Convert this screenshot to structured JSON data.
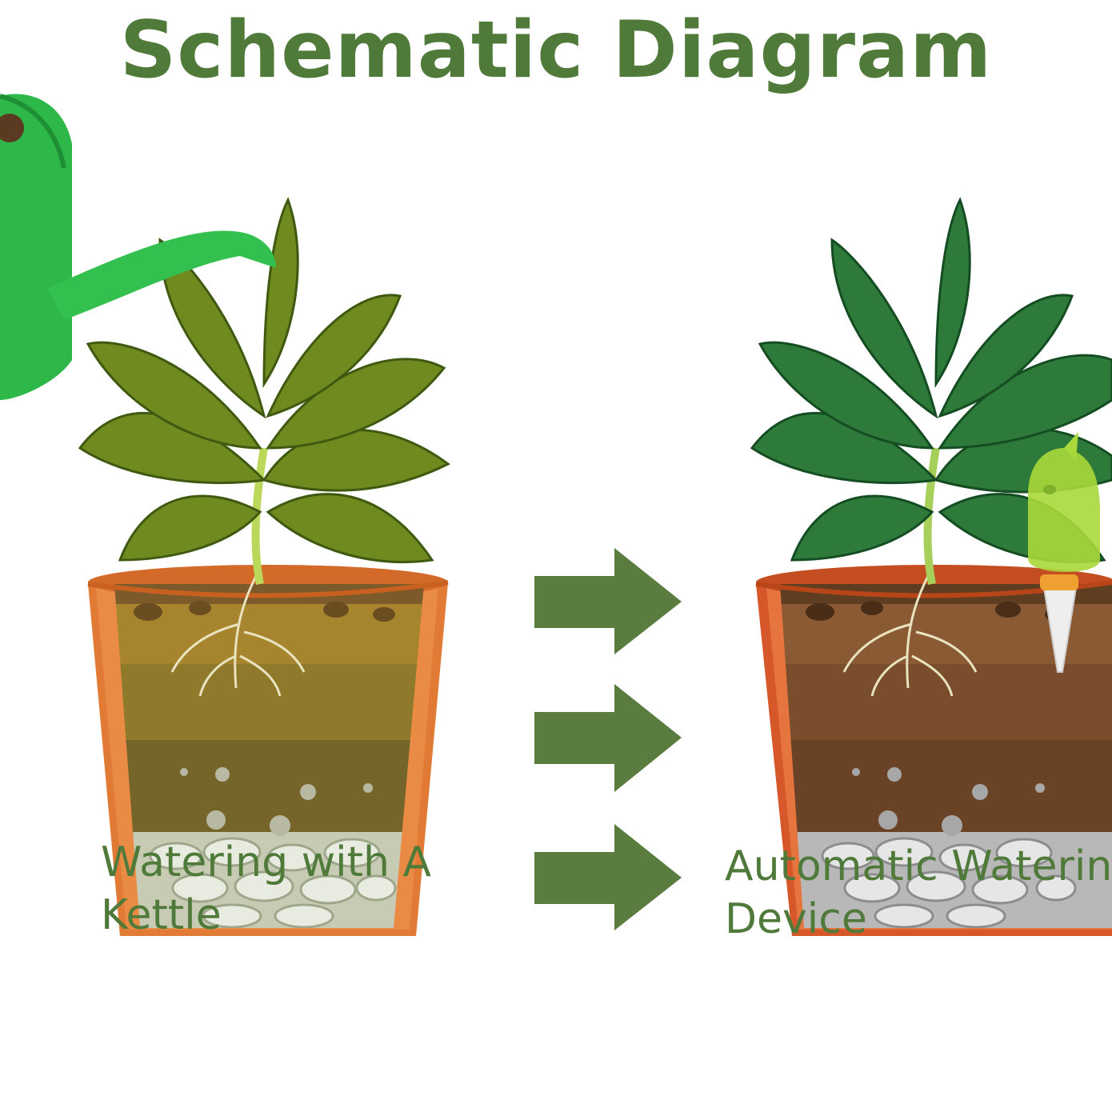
{
  "title": "Schematic Diagram",
  "left_panel": {
    "caption_line1": "Watering with A",
    "caption_line2": "Kettle"
  },
  "right_panel": {
    "caption_line1": "Automatic Waterin",
    "caption_line2": "Device"
  },
  "colors": {
    "title_green": "#4f7a3a",
    "arrow_green": "#5a7d3f",
    "kettle_green": "#2fb84a",
    "pot_orange": "#e07a35",
    "leaf_olive": "#6f8a1f",
    "leaf_dark_green": "#2e7a3a",
    "device_lime": "#a8d83a"
  },
  "icons": [
    "watering-can-icon",
    "plant-icon",
    "pot-icon",
    "arrow-right-icon",
    "auto-watering-spike-icon"
  ]
}
